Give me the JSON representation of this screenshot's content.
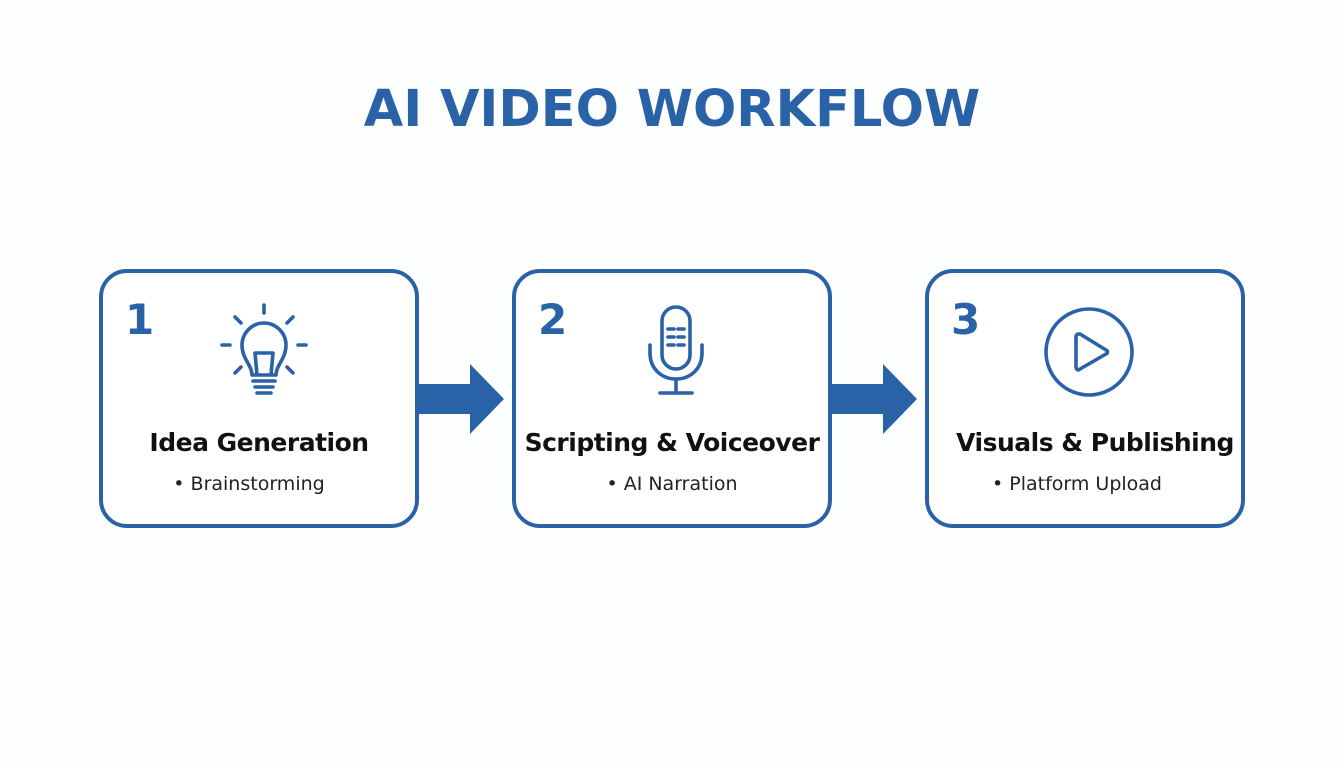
{
  "title": "AI VIDEO WORKFLOW",
  "colors": {
    "accent": "#2a62a8",
    "heading_text": "#111111",
    "body_text": "#222222",
    "background": "#fdfefe"
  },
  "steps": [
    {
      "number": "1",
      "icon": "lightbulb-icon",
      "heading": "Idea Generation",
      "bullet": "• Brainstorming"
    },
    {
      "number": "2",
      "icon": "microphone-icon",
      "heading": "Scripting & Voiceover",
      "bullet": "• AI Narration"
    },
    {
      "number": "3",
      "icon": "play-circle-icon",
      "heading": "Visuals & Publishing",
      "bullet": "• Platform Upload"
    }
  ],
  "connectors": [
    {
      "from": "1",
      "to": "2",
      "icon": "arrow-right-icon"
    },
    {
      "from": "2",
      "to": "3",
      "icon": "arrow-right-icon"
    }
  ]
}
